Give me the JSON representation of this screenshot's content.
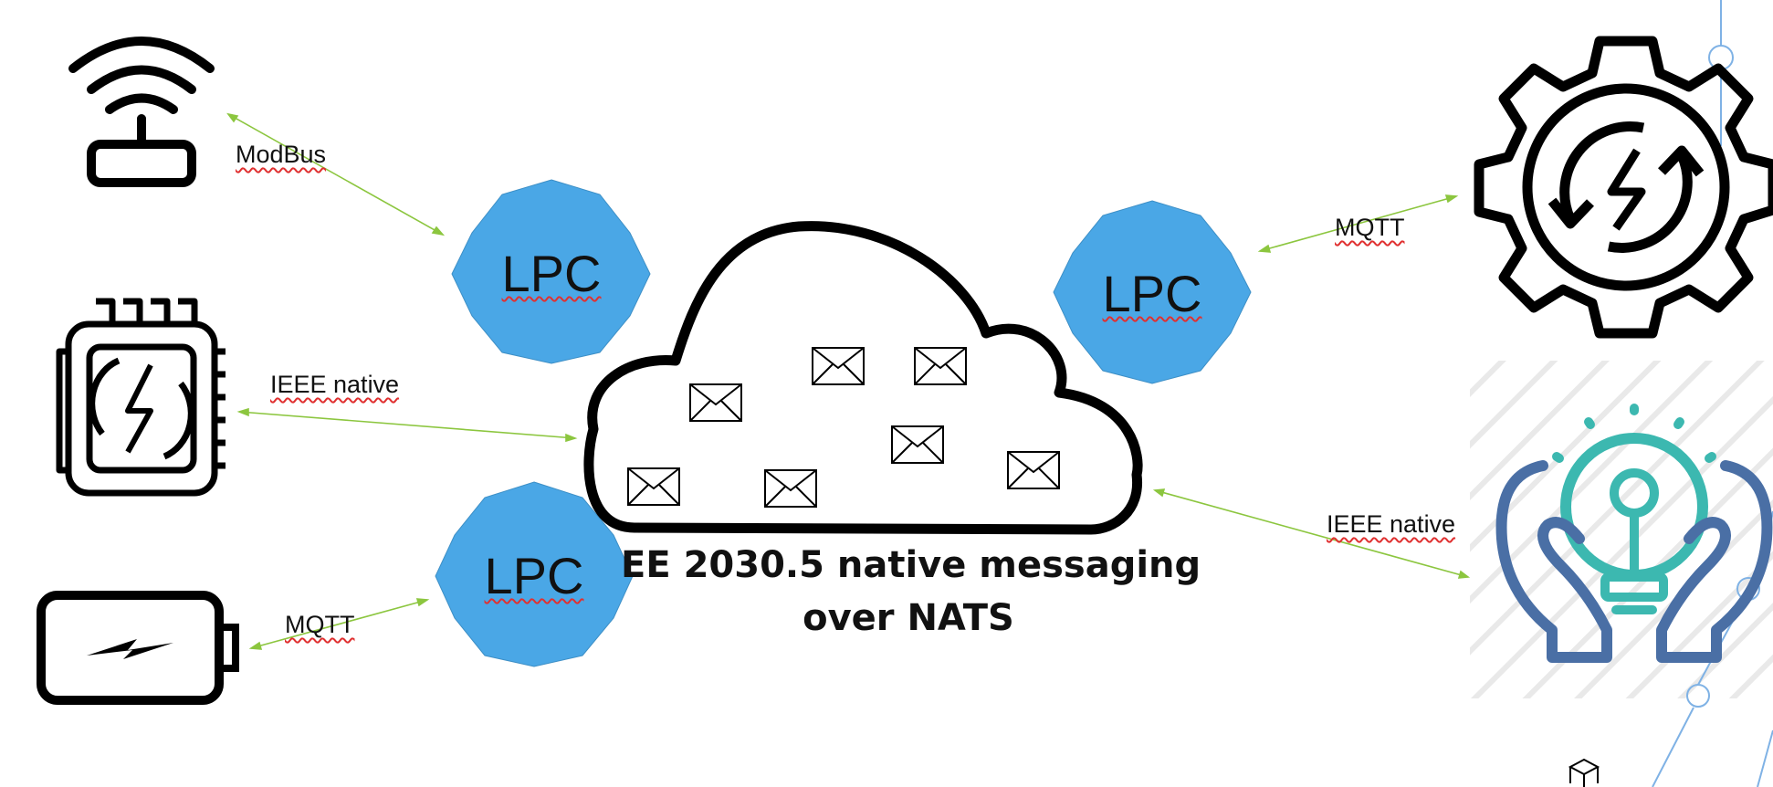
{
  "cloud": {
    "caption_line1": "EE 2030.5 native messaging",
    "caption_line2": "over NATS"
  },
  "lpc_label": "LPC",
  "links": {
    "modbus": "ModBus",
    "ieee_left": "IEEE native",
    "mqtt_left": "MQTT",
    "mqtt_right": "MQTT",
    "ieee_right": "IEEE native"
  },
  "colors": {
    "lpc_fill": "#4aa7e6",
    "link_line": "#8cc63f",
    "cloud_stroke": "#000000",
    "bulb_teal": "#3cb8b0",
    "hands_blue": "#4a6fa5",
    "circuit_blue": "#7fb2e5"
  },
  "icons": [
    "wifi-router-icon",
    "chip-energy-icon",
    "battery-icon",
    "gear-energy-icon",
    "lightbulb-hands-icon",
    "envelope-icon"
  ]
}
